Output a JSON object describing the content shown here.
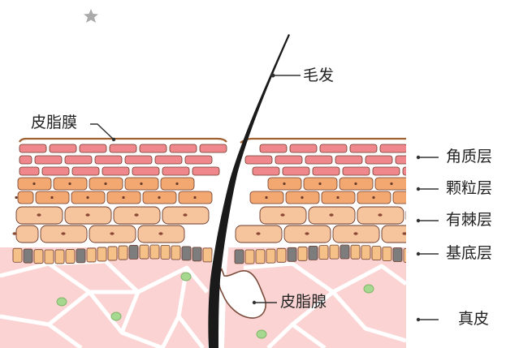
{
  "labels": {
    "hair": "毛发",
    "sebum_film": "皮脂膜",
    "stratum_corneum": "角质层",
    "stratum_granulosum": "颗粒层",
    "stratum_spinosum": "有棘层",
    "stratum_basale": "基底层",
    "sebaceous_gland": "皮脂腺",
    "dermis": "真皮"
  },
  "colors": {
    "corneum_cell": "#f0878c",
    "granulosum_cell": "#f3a872",
    "spinosum_cell": "#f6c59e",
    "basale_cell": "#f5c188",
    "basale_dark_cell": "#7d7d7d",
    "dermis": "#fbd3d3",
    "hair": "#1a1a1a",
    "star": "#aaaaaa",
    "outline": "#6b3a2a"
  },
  "icons": {
    "decor": "star-icon"
  }
}
